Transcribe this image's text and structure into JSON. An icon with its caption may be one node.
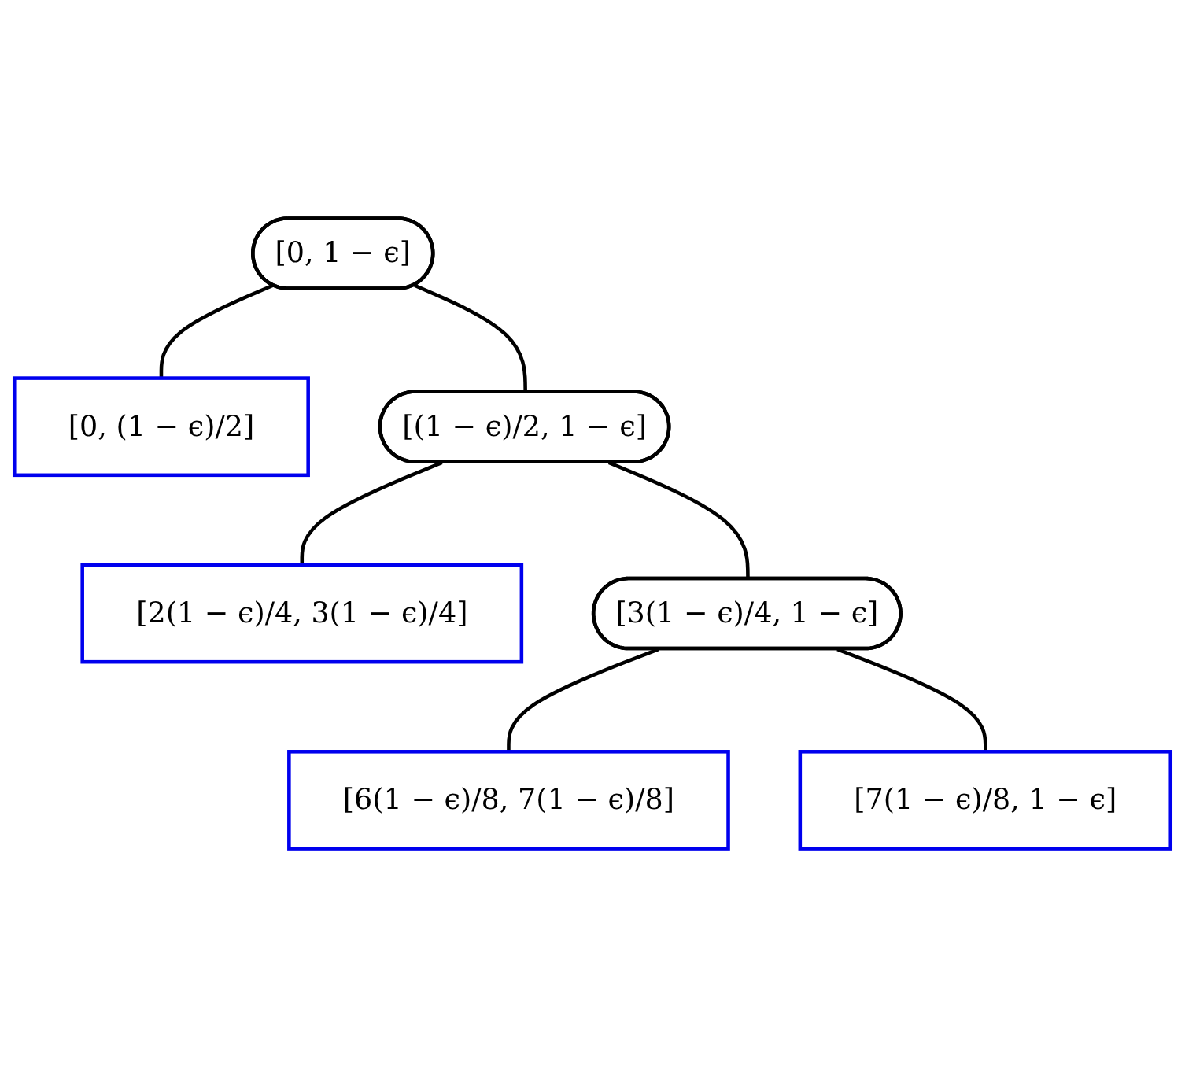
{
  "diagram": {
    "nodes": [
      {
        "text": [
          "[0, 1 − ϵ]"
        ]
      },
      {
        "text": [
          "[0, (1 − ϵ)/2]"
        ]
      },
      {
        "text": [
          "[(1 − ϵ)/2, 1 − ϵ]"
        ]
      },
      {
        "text": [
          "[2(1 − ϵ)/4, 3(1 − ϵ)/4]"
        ]
      },
      {
        "text": [
          "[3(1 − ϵ)/4, 1 − ϵ]"
        ]
      },
      {
        "text": [
          "[6(1 − ϵ)/8, 7(1 − ϵ)/8]"
        ]
      },
      {
        "text": [
          "[7(1 − ϵ)/8, 1 − ϵ]"
        ]
      }
    ],
    "edges": [
      {
        "from": 0,
        "to": 1,
        "arrow": "none"
      },
      {
        "from": 0,
        "to": 2,
        "arrow": "none"
      },
      {
        "from": 2,
        "to": 3,
        "arrow": "none"
      },
      {
        "from": 2,
        "to": 4,
        "arrow": "none"
      },
      {
        "from": 4,
        "to": 5,
        "arrow": "none"
      },
      {
        "from": 4,
        "to": 6,
        "arrow": "none"
      }
    ]
  }
}
